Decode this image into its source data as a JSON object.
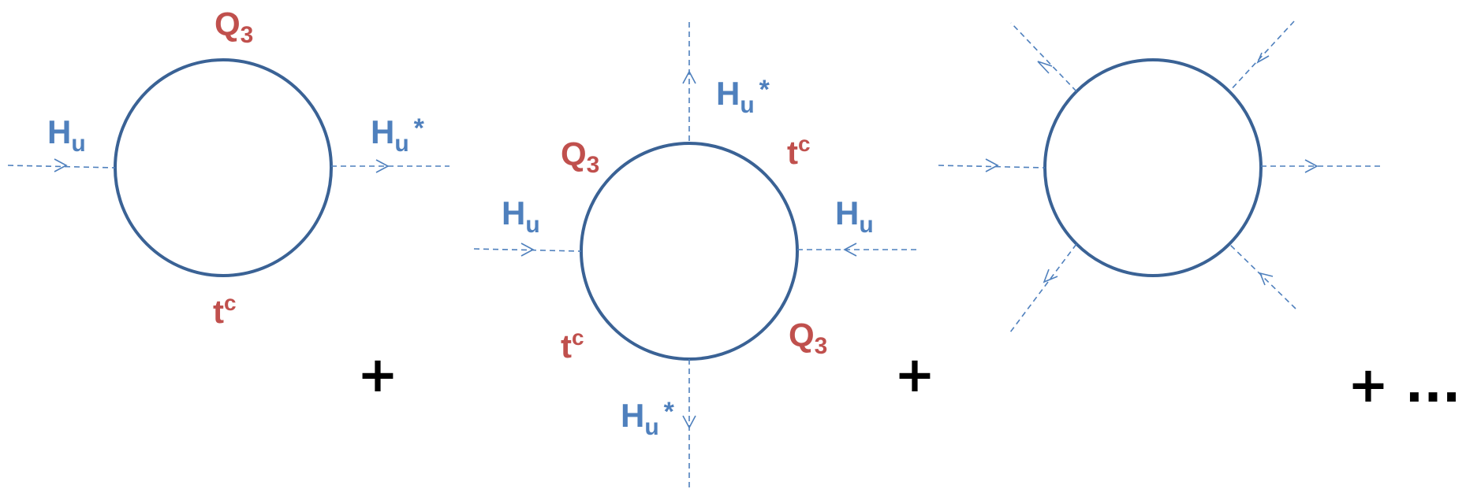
{
  "colors": {
    "loop": "#3a6295",
    "scalar": "#4f80bd",
    "fermion_label": "#c0504d",
    "operator": "#000000"
  },
  "diagrams": [
    {
      "id": "two-point",
      "labels": {
        "top": {
          "main": "Q",
          "sub": "3",
          "sup": ""
        },
        "bottom": {
          "main": "t",
          "sub": "",
          "sup": "c"
        },
        "left_higgs": {
          "main": "H",
          "sub": "u",
          "sup": ""
        },
        "right_higgs": {
          "main": "H",
          "sub": "u",
          "sup": "*"
        }
      }
    },
    {
      "id": "four-point",
      "labels": {
        "upper_left": {
          "main": "Q",
          "sub": "3",
          "sup": ""
        },
        "upper_right": {
          "main": "t",
          "sub": "",
          "sup": "c"
        },
        "lower_left": {
          "main": "t",
          "sub": "",
          "sup": "c"
        },
        "lower_right": {
          "main": "Q",
          "sub": "3",
          "sup": ""
        },
        "top_higgs": {
          "main": "H",
          "sub": "u",
          "sup": "*"
        },
        "bottom_higgs": {
          "main": "H",
          "sub": "u",
          "sup": "*"
        },
        "left_higgs": {
          "main": "H",
          "sub": "u",
          "sup": ""
        },
        "right_higgs": {
          "main": "H",
          "sub": "u",
          "sup": ""
        }
      }
    },
    {
      "id": "six-point",
      "labels": {}
    }
  ],
  "operators": {
    "plus1": "+",
    "plus2": "+",
    "plus3": "+",
    "ellipsis": "..."
  }
}
